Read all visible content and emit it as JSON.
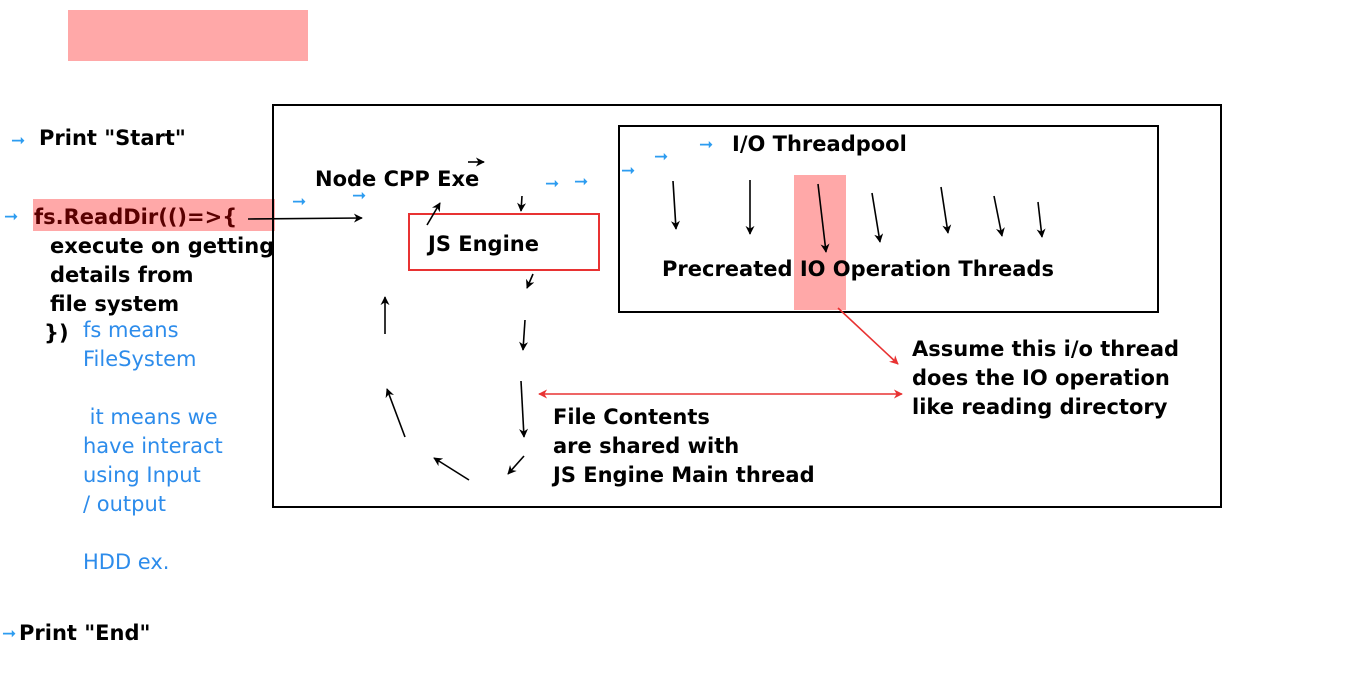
{
  "labels": {
    "print_start": "Print \"Start\"",
    "fs_readdir": "fs.ReadDir(()=>{",
    "execute_note": "execute on getting\ndetails from\nfile system",
    "close_brace": "})",
    "fs_means": "fs means\nFileSystem\n\n it means we\nhave interact\nusing Input\n/ output\n\nHDD ex.",
    "print_end": "Print \"End\"",
    "node_cpp": "Node CPP Exe",
    "js_engine": "JS Engine",
    "io_threadpool": "I/O Threadpool",
    "precreated": "Precreated IO Operation Threads",
    "assume": "Assume this i/o thread\ndoes the IO operation\nlike reading directory",
    "file_contents": "File Contents\nare shared with\nJS Engine Main thread"
  },
  "colors": {
    "highlight": "#ffa8a8",
    "blue_text": "#2d8ceb",
    "blue_arrow": "#2d9cf0",
    "red": "#e83232"
  }
}
